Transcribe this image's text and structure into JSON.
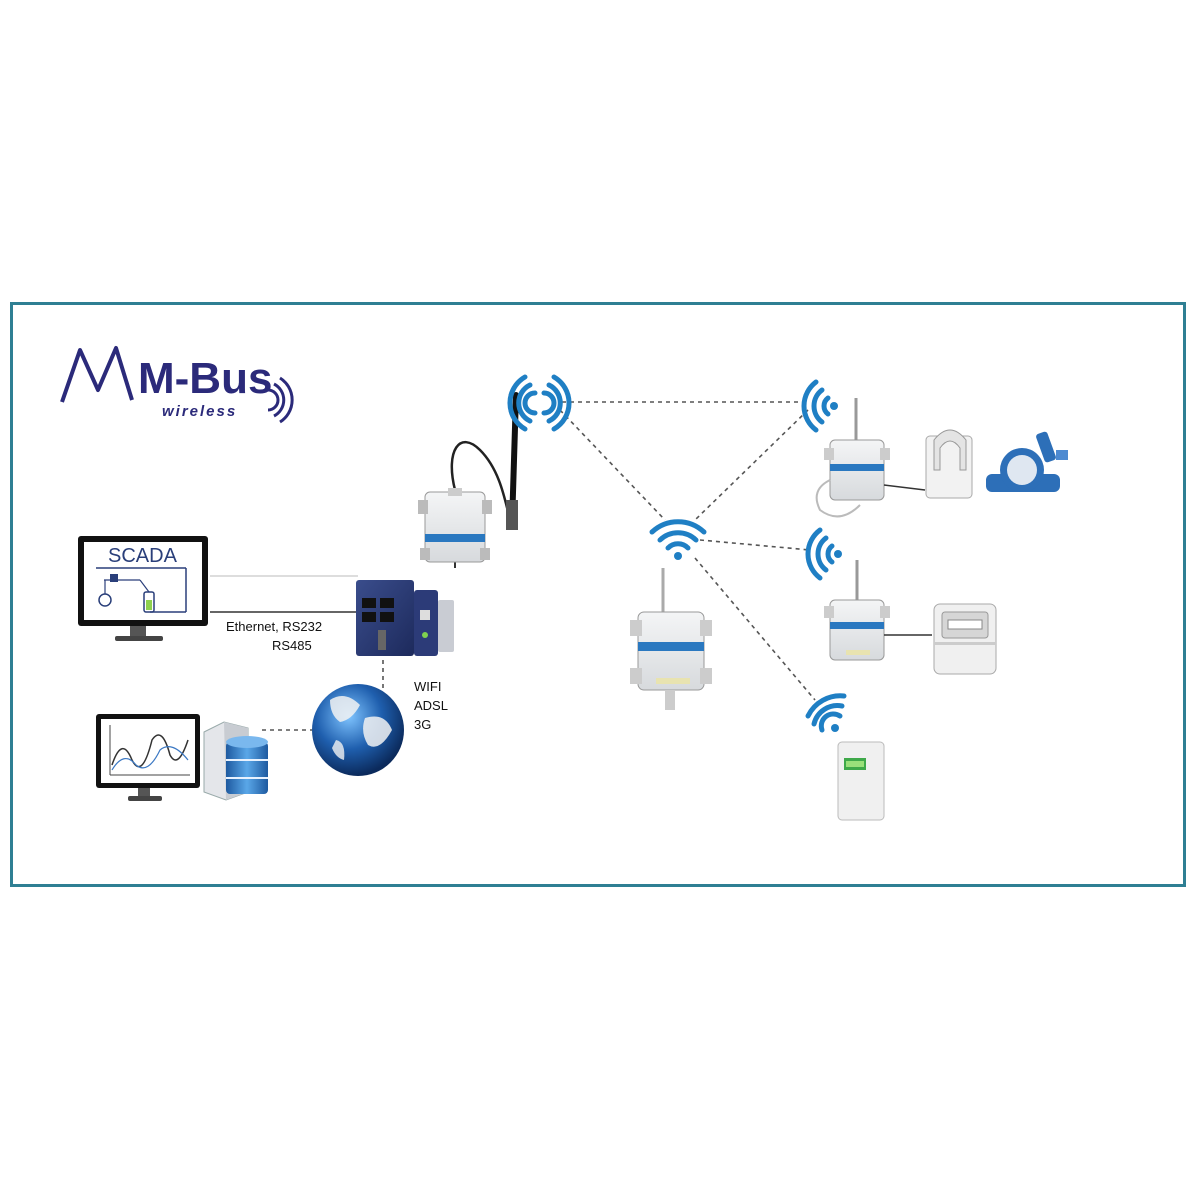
{
  "logo": {
    "main": "M-Bus",
    "sub": "wireless",
    "color": "#2b2a7a"
  },
  "scada": {
    "title": "SCADA"
  },
  "links": {
    "ethernet_line1": "Ethernet, RS232",
    "ethernet_line2": "RS485",
    "wan": [
      "WIFI",
      "ADSL",
      "3G"
    ]
  },
  "colors": {
    "border": "#2f7f93",
    "wireless_waves": "#1f7fc4",
    "device_blue": "#2a78c0"
  },
  "icons": [
    "scada-monitor-icon",
    "gateway-icon",
    "antenna-icon",
    "repeater-icon",
    "globe-icon",
    "chart-monitor-icon",
    "database-server-icon",
    "wireless-signal-icon",
    "water-meter-icon",
    "clamp-sensor-icon",
    "gas-meter-icon",
    "room-thermostat-icon"
  ]
}
